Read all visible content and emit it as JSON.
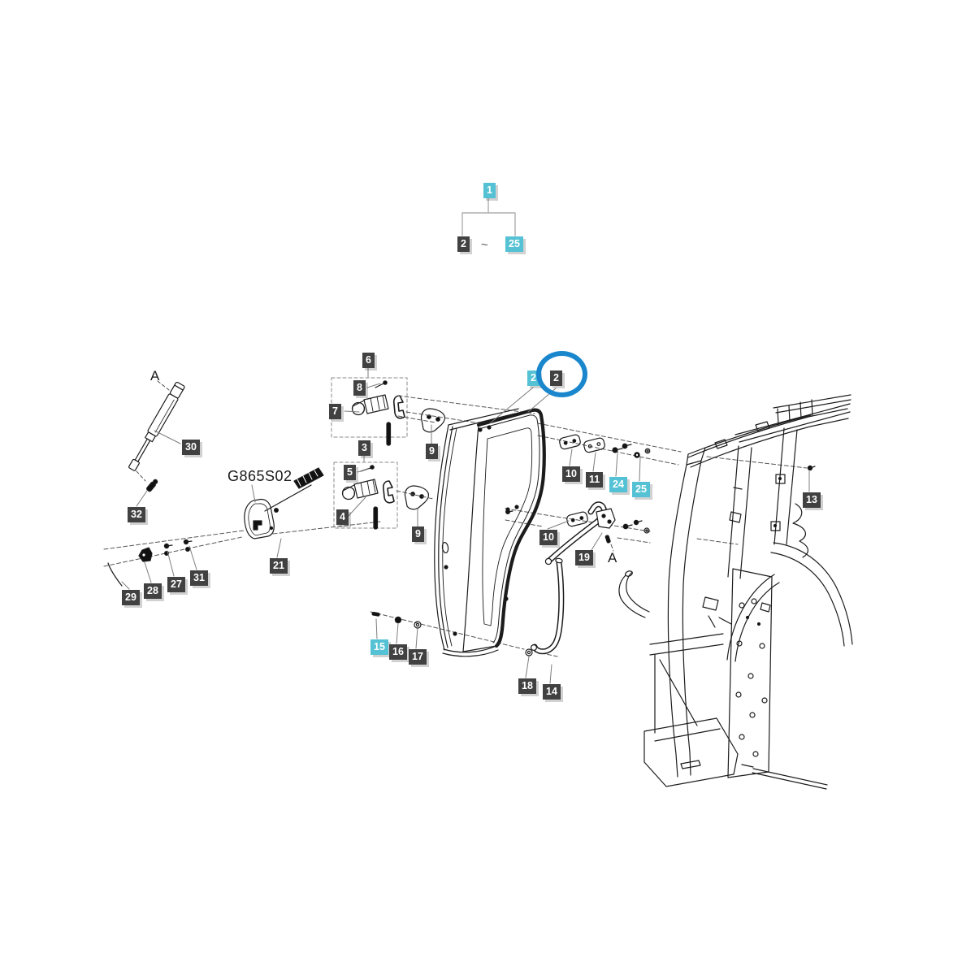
{
  "diagram": {
    "type": "exploded-parts-diagram",
    "product_code": "G865S02",
    "hierarchy": {
      "root": "1",
      "range_start": "2",
      "separator": "~",
      "range_end": "25"
    },
    "view_markers": {
      "strut_view": "A",
      "handle_view": "A"
    },
    "circled_part": "2",
    "colors": {
      "highlight": "#54c2d4",
      "label": "#414141",
      "circle": "#1a87cd",
      "line": "#1c1c1c"
    },
    "callouts": [
      {
        "text": "6",
        "variant": "dark"
      },
      {
        "text": "8",
        "variant": "dark"
      },
      {
        "text": "7",
        "variant": "dark"
      },
      {
        "text": "3",
        "variant": "dark"
      },
      {
        "text": "5",
        "variant": "dark"
      },
      {
        "text": "4",
        "variant": "dark"
      },
      {
        "text": "9",
        "variant": "dark"
      },
      {
        "text": "9",
        "variant": "dark"
      },
      {
        "text": "2",
        "variant": "cyan"
      },
      {
        "text": "2",
        "variant": "dark"
      },
      {
        "text": "10",
        "variant": "dark"
      },
      {
        "text": "11",
        "variant": "dark"
      },
      {
        "text": "24",
        "variant": "cyan"
      },
      {
        "text": "25",
        "variant": "cyan"
      },
      {
        "text": "10",
        "variant": "dark"
      },
      {
        "text": "19",
        "variant": "dark"
      },
      {
        "text": "13",
        "variant": "dark"
      },
      {
        "text": "30",
        "variant": "dark"
      },
      {
        "text": "32",
        "variant": "dark"
      },
      {
        "text": "21",
        "variant": "dark"
      },
      {
        "text": "29",
        "variant": "dark"
      },
      {
        "text": "28",
        "variant": "dark"
      },
      {
        "text": "27",
        "variant": "dark"
      },
      {
        "text": "31",
        "variant": "dark"
      },
      {
        "text": "15",
        "variant": "cyan"
      },
      {
        "text": "16",
        "variant": "dark"
      },
      {
        "text": "17",
        "variant": "dark"
      },
      {
        "text": "18",
        "variant": "dark"
      },
      {
        "text": "14",
        "variant": "dark"
      }
    ]
  }
}
